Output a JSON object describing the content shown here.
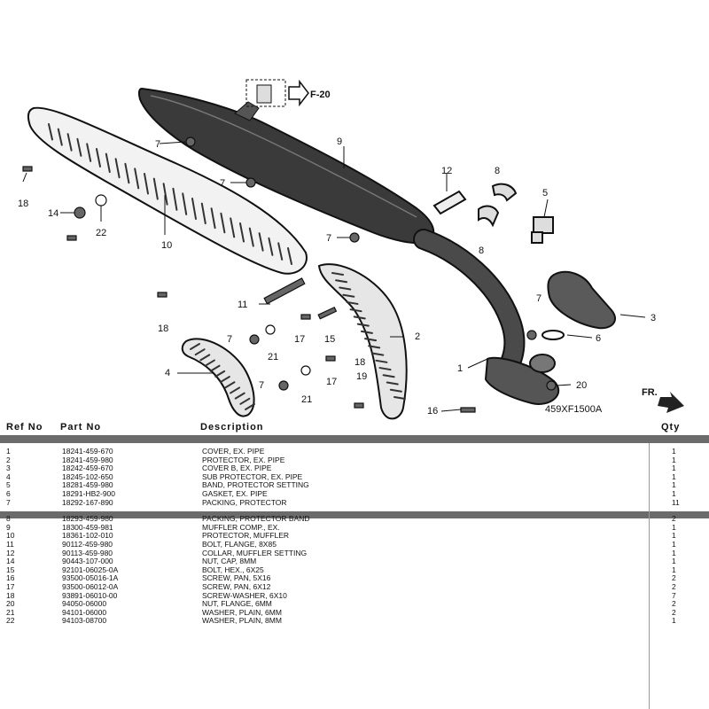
{
  "diagram": {
    "callouts": [
      "7",
      "9",
      "18",
      "14",
      "22",
      "10",
      "7",
      "7",
      "12",
      "8",
      "5",
      "8",
      "18",
      "11",
      "7",
      "17",
      "15",
      "2",
      "7",
      "3",
      "6",
      "1",
      "4",
      "21",
      "18",
      "17",
      "19",
      "7",
      "21",
      "20",
      "16"
    ],
    "ref_f20": "F-20",
    "fig_code": "459XF1500A",
    "front_label": "FR."
  },
  "table": {
    "headers": {
      "ref": "Ref  No",
      "part": "Part No",
      "desc": "Description",
      "qty": "Qty"
    },
    "rows": [
      {
        "ref": "1",
        "part": "18241-459-670",
        "desc": "COVER, EX. PIPE",
        "qty": "1"
      },
      {
        "ref": "2",
        "part": "18241-459-980",
        "desc": "PROTECTOR, EX. PIPE",
        "qty": "1"
      },
      {
        "ref": "3",
        "part": "18242-459-670",
        "desc": "COVER B, EX. PIPE",
        "qty": "1"
      },
      {
        "ref": "4",
        "part": "18245-102-650",
        "desc": "SUB PROTECTOR, EX. PIPE",
        "qty": "1"
      },
      {
        "ref": "5",
        "part": "18281-459-980",
        "desc": "BAND, PROTECTOR SETTING",
        "qty": "1"
      },
      {
        "ref": "6",
        "part": "18291-HB2-900",
        "desc": "GASKET, EX. PIPE",
        "qty": "1"
      },
      {
        "ref": "7",
        "part": "18292-167-890",
        "desc": "PACKING, PROTECTOR",
        "qty": "11"
      },
      {
        "ref": "8",
        "part": "18293-459-980",
        "desc": "PACKING, PROTECTOR BAND",
        "qty": "2"
      },
      {
        "ref": "9",
        "part": "18300-459-981",
        "desc": "MUFFLER COMP., EX.",
        "qty": "1"
      },
      {
        "ref": "10",
        "part": "18361-102-010",
        "desc": "PROTECTOR, MUFFLER",
        "qty": "1"
      },
      {
        "ref": "11",
        "part": "90112-459-980",
        "desc": "BOLT, FLANGE, 8X85",
        "qty": "1"
      },
      {
        "ref": "12",
        "part": "90113-459-980",
        "desc": "COLLAR, MUFFLER SETTING",
        "qty": "1"
      },
      {
        "ref": "14",
        "part": "90443-107-000",
        "desc": "NUT, CAP, 8MM",
        "qty": "1"
      },
      {
        "ref": "15",
        "part": "92101-06025-0A",
        "desc": "BOLT, HEX., 6X25",
        "qty": "1"
      },
      {
        "ref": "16",
        "part": "93500-05016-1A",
        "desc": "SCREW, PAN, 5X16",
        "qty": "2"
      },
      {
        "ref": "17",
        "part": "93500-06012-0A",
        "desc": "SCREW, PAN, 6X12",
        "qty": "2"
      },
      {
        "ref": "18",
        "part": "93891-06010-00",
        "desc": "SCREW-WASHER, 6X10",
        "qty": "7"
      },
      {
        "ref": "20",
        "part": "94050-06000",
        "desc": "NUT, FLANGE, 6MM",
        "qty": "2"
      },
      {
        "ref": "21",
        "part": "94101-06000",
        "desc": "WASHER, PLAIN, 6MM",
        "qty": "2"
      },
      {
        "ref": "22",
        "part": "94103-08700",
        "desc": "WASHER, PLAIN, 8MM",
        "qty": "1"
      }
    ]
  }
}
